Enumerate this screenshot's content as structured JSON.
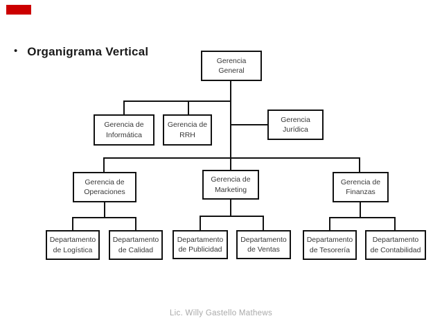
{
  "slide": {
    "bullet": "•",
    "title": "Organigrama Vertical",
    "footer": "Lic. Willy Gastello Mathews"
  },
  "colors": {
    "accent_bar": "#cc0000"
  },
  "org_chart": {
    "type": "org-tree",
    "nodes": {
      "general": "Gerencia\nGeneral",
      "informatica": "Gerencia de\nInformática",
      "rrh": "Gerencia de\nRRH",
      "juridica": "Gerencia\nJurídica",
      "operaciones": "Gerencia de\nOperaciones",
      "marketing": "Gerencia de\nMarketing",
      "finanzas": "Gerencia de\nFinanzas",
      "logistica": "Departamento\nde Logística",
      "calidad": "Departamento\nde Calidad",
      "publicidad": "Departamento\nde Publicidad",
      "ventas": "Departamento\nde Ventas",
      "tesoreria": "Departamento\nde Tesorería",
      "contabilidad": "Departamento\nde Contabilidad"
    },
    "hierarchy": [
      {
        "parent": "general",
        "children": [
          "informatica",
          "rrh",
          "juridica",
          "operaciones",
          "marketing",
          "finanzas"
        ]
      },
      {
        "parent": "operaciones",
        "children": [
          "logistica",
          "calidad"
        ]
      },
      {
        "parent": "marketing",
        "children": [
          "publicidad",
          "ventas"
        ]
      },
      {
        "parent": "finanzas",
        "children": [
          "tesoreria",
          "contabilidad"
        ]
      }
    ]
  }
}
